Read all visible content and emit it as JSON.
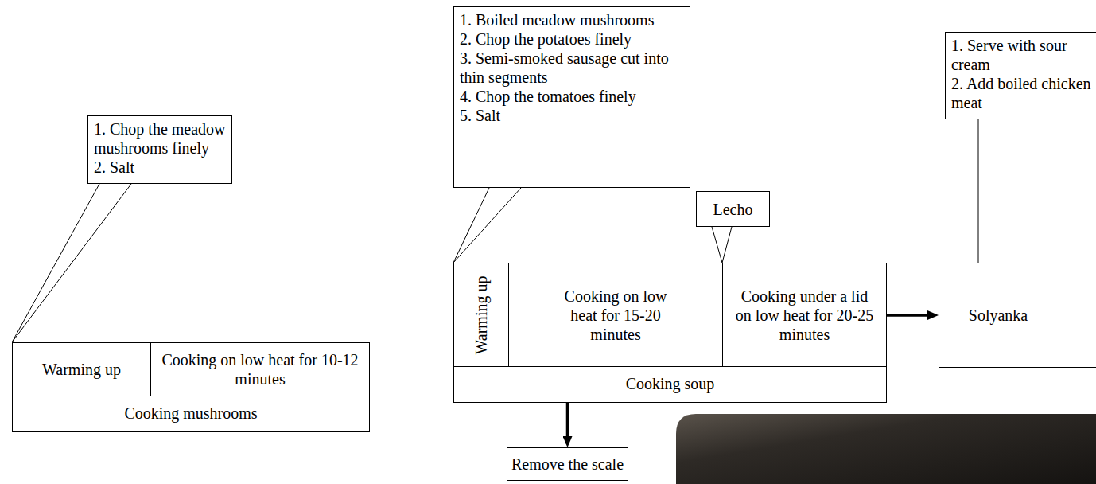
{
  "diagram": {
    "nodes": [
      {
        "text": [
          "1. Chop the meadow mushrooms finely",
          "2. Salt"
        ]
      },
      {
        "text": [
          "Cooking mushrooms"
        ]
      },
      {
        "text": [
          "Warming up"
        ],
        "in": 1
      },
      {
        "text": [
          "Cooking on low heat for 10-12 minutes"
        ],
        "in": 1
      },
      {
        "text": [
          "1. Boiled meadow mushrooms",
          "2. Chop the potatoes finely",
          "3. Semi-smoked sausage cut into thin segments",
          "4. Chop the tomatoes finely",
          "5. Salt"
        ]
      },
      {
        "text": [
          "Lecho"
        ]
      },
      {
        "text": [
          "Cooking soup"
        ]
      },
      {
        "text": [
          "Warming up"
        ],
        "in": 6
      },
      {
        "text": [
          "Cooking on low heat for 15-20 minutes"
        ],
        "in": 6
      },
      {
        "text": [
          "Cooking under a lid on low heat for 20-25 minutes"
        ],
        "in": 6
      },
      {
        "text": [
          "1. Serve with sour cream",
          "2. Add boiled chicken meat"
        ]
      },
      {
        "text": [
          "Solyanka"
        ]
      },
      {
        "text": [
          "Remove the scale"
        ]
      }
    ],
    "edges": [
      {
        "from": 0,
        "to": 1,
        "arrow": "none"
      },
      {
        "from": 4,
        "to": 6,
        "arrow": "none"
      },
      {
        "from": 5,
        "to": 9,
        "arrow": "none"
      },
      {
        "from": 6,
        "to": 11,
        "arrow": "to"
      },
      {
        "from": 6,
        "to": 12,
        "arrow": "to"
      },
      {
        "from": 10,
        "to": 11,
        "arrow": "none"
      }
    ]
  }
}
